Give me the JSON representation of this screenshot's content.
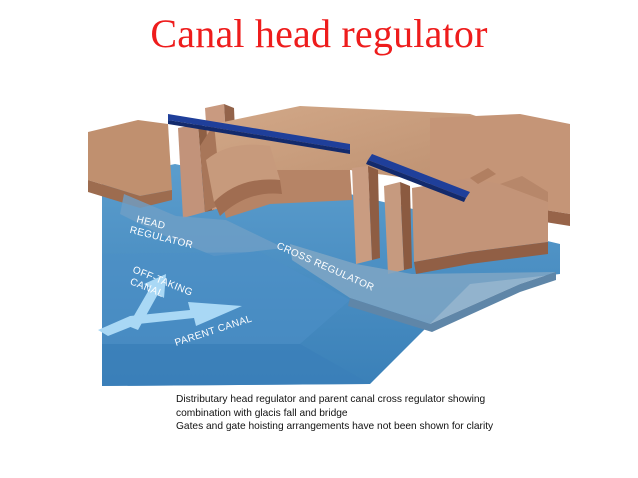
{
  "title": "Canal head regulator",
  "diagram": {
    "labels": {
      "head_regulator_line1": "HEAD",
      "head_regulator_line2": "REGULATOR",
      "cross_regulator": "CROSS REGULATOR",
      "off_taking_line1": "OFF-TAKING",
      "off_taking_line2": "CANAL",
      "parent_canal": "PARENT CANAL"
    },
    "colors": {
      "water": "#4a8fc4",
      "water_light": "#6aaad6",
      "masonry": "#c99a7d",
      "masonry_dark": "#a57458",
      "bridge": "#1f3f9a",
      "arrow": "#9dd2f3",
      "title": "#ee1c1c"
    }
  },
  "caption": {
    "line1": "Distributary head regulator and parent canal cross regulator showing",
    "line2": "combination with glacis fall and bridge",
    "line3": "Gates and gate hoisting arrangements have not been shown for clarity"
  }
}
